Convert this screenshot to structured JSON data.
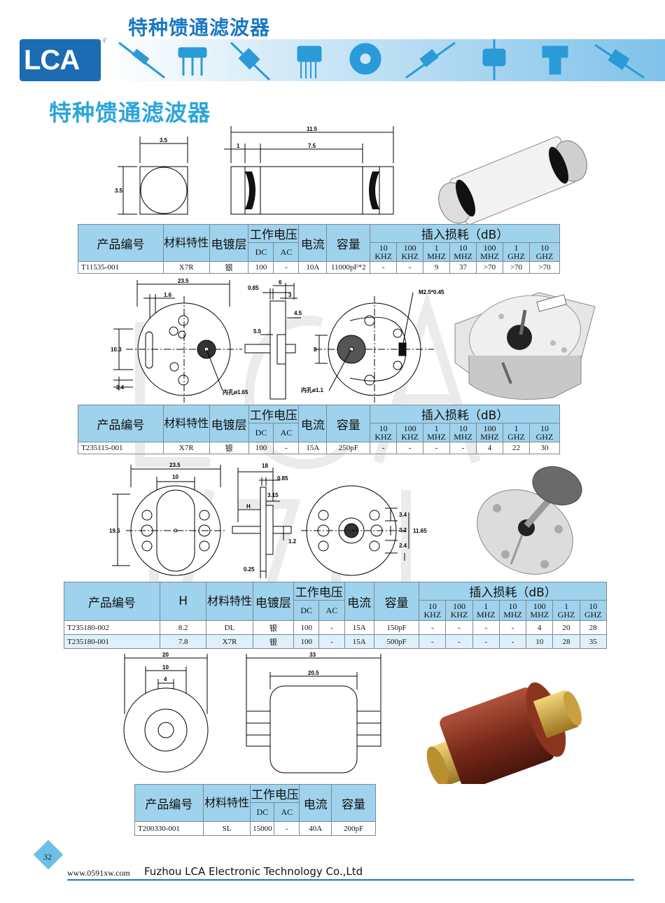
{
  "header": {
    "title": "特种馈通滤波器",
    "logo_text": "LCA",
    "logo_reg": "®"
  },
  "page_title": "特种馈通滤波器",
  "drawings": {
    "d1": {
      "dims": [
        "3.5",
        "3.5",
        "11.5",
        "1",
        "7.5"
      ]
    },
    "d2": {
      "dims": [
        "23.5",
        "1.6",
        "10.3",
        "2.4",
        "0.85",
        "6",
        "3",
        "4.5",
        "5.5",
        "8",
        "M2.5*0.45"
      ],
      "notes": [
        "内孔ø1.65",
        "内孔ø1.1"
      ]
    },
    "d3": {
      "dims": [
        "23.5",
        "10",
        "19.5",
        "18",
        "0.85",
        "3.15",
        "H",
        "1.2",
        "0.25",
        "3.4",
        "3.2",
        "2.4",
        "11.65"
      ]
    },
    "d4": {
      "dims": [
        "20",
        "10",
        "4",
        "33",
        "20.5"
      ]
    }
  },
  "table1": {
    "headers": {
      "part_no": "产品编号",
      "material": "材料特性",
      "plating": "电镀层",
      "voltage": "工作电压",
      "dc": "DC",
      "ac": "AC",
      "current": "电流",
      "capacity": "容量",
      "loss": "插入损耗（dB）"
    },
    "freqs": [
      [
        "10",
        "KHZ"
      ],
      [
        "100",
        "KHZ"
      ],
      [
        "1",
        "MHZ"
      ],
      [
        "10",
        "MHZ"
      ],
      [
        "100",
        "MHZ"
      ],
      [
        "1",
        "GHZ"
      ],
      [
        "10",
        "GHZ"
      ]
    ],
    "rows": [
      {
        "part_no": "T11535-001",
        "material": "X7R",
        "plating": "银",
        "dc": "100",
        "ac": "-",
        "current": "10A",
        "capacity": "11000pF*2",
        "loss": [
          "-",
          "-",
          "9",
          "37",
          ">70",
          ">70",
          ">70"
        ]
      }
    ]
  },
  "table2": {
    "headers": {
      "part_no": "产品编号",
      "material": "材料特性",
      "plating": "电镀层",
      "voltage": "工作电压",
      "dc": "DC",
      "ac": "AC",
      "current": "电流",
      "capacity": "容量",
      "loss": "插入损耗（dB）"
    },
    "freqs": [
      [
        "10",
        "KHZ"
      ],
      [
        "100",
        "KHZ"
      ],
      [
        "1",
        "MHZ"
      ],
      [
        "10",
        "MHZ"
      ],
      [
        "100",
        "MHZ"
      ],
      [
        "1",
        "GHZ"
      ],
      [
        "10",
        "GHZ"
      ]
    ],
    "rows": [
      {
        "part_no": "T235115-001",
        "material": "X7R",
        "plating": "银",
        "dc": "100",
        "ac": "-",
        "current": "15A",
        "capacity": "250pF",
        "loss": [
          "-",
          "-",
          "-",
          "-",
          "4",
          "22",
          "30"
        ]
      }
    ]
  },
  "table3": {
    "headers": {
      "part_no": "产品编号",
      "h": "H",
      "material": "材料特性",
      "plating": "电镀层",
      "voltage": "工作电压",
      "dc": "DC",
      "ac": "AC",
      "current": "电流",
      "capacity": "容量",
      "loss": "插入损耗（dB）"
    },
    "freqs": [
      [
        "10",
        "KHZ"
      ],
      [
        "100",
        "KHZ"
      ],
      [
        "1",
        "MHZ"
      ],
      [
        "10",
        "MHZ"
      ],
      [
        "100",
        "MHZ"
      ],
      [
        "1",
        "GHZ"
      ],
      [
        "10",
        "GHZ"
      ]
    ],
    "rows": [
      {
        "part_no": "T235180-002",
        "h": "8.2",
        "material": "DL",
        "plating": "银",
        "dc": "100",
        "ac": "-",
        "current": "15A",
        "capacity": "150pF",
        "loss": [
          "-",
          "-",
          "-",
          "-",
          "4",
          "20",
          "28"
        ]
      },
      {
        "part_no": "T235180-001",
        "h": "7.8",
        "material": "X7R",
        "plating": "银",
        "dc": "100",
        "ac": "-",
        "current": "15A",
        "capacity": "500pF",
        "loss": [
          "-",
          "-",
          "-",
          "-",
          "10",
          "28",
          "35"
        ]
      }
    ]
  },
  "table4": {
    "headers": {
      "part_no": "产品编号",
      "material": "材料特性",
      "voltage": "工作电压",
      "dc": "DC",
      "ac": "AC",
      "current": "电流",
      "capacity": "容量"
    },
    "rows": [
      {
        "part_no": "T200330-001",
        "material": "SL",
        "dc": "15000",
        "ac": "-",
        "current": "40A",
        "capacity": "200pF"
      }
    ]
  },
  "footer": {
    "page": "32",
    "url": "www.0591xw.com",
    "company": "Fuzhou LCA Electronic Technology Co.,Ltd"
  },
  "colors": {
    "brand_blue": "#1a78c4",
    "title_cyan": "#29a5dc",
    "table_header": "#9fd2ec"
  }
}
